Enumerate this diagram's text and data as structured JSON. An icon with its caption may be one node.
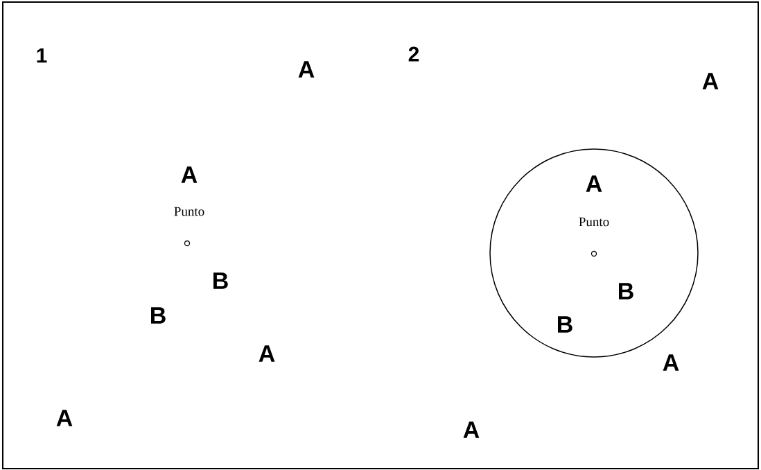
{
  "diagram": {
    "nodes": [
      {
        "text": [
          "A",
          "Punto",
          "B",
          "B"
        ]
      }
    ],
    "labels": [
      "1",
      "A",
      "A",
      "Punto",
      "B",
      "B",
      "A",
      "A",
      "2",
      "A",
      "A",
      "A"
    ]
  }
}
